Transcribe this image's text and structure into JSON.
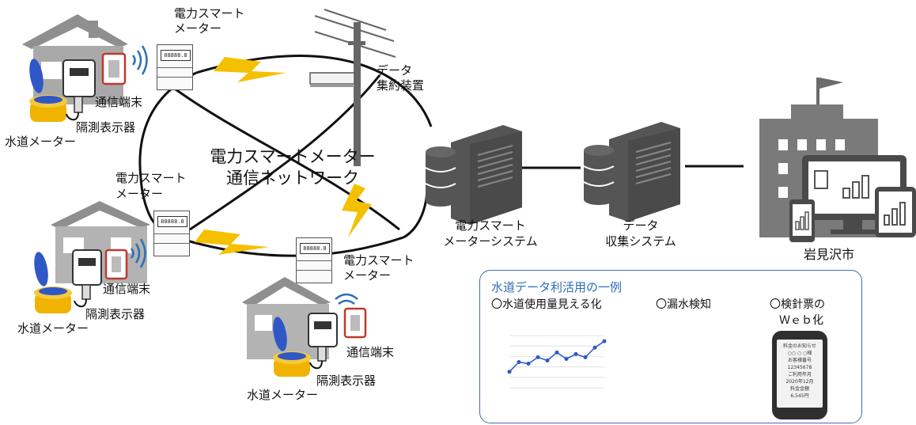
{
  "network": {
    "title_line1": "電力スマートメーター",
    "title_line2": "通信ネットワーク"
  },
  "labels": {
    "smart_meter_top": [
      "電力スマート",
      "メーター"
    ],
    "smart_meter_left": [
      "電力スマート",
      "メーター"
    ],
    "smart_meter_bottom": [
      "電力スマート",
      "メーター"
    ],
    "aggregator": [
      "データ",
      "集約装置"
    ],
    "house1": {
      "comm": "通信端末",
      "display": "隔測表示器",
      "water_meter": "水道メーター"
    },
    "house2": {
      "comm": "通信端末",
      "display": "隔測表示器",
      "water_meter": "水道メーター"
    },
    "house3": {
      "comm": "通信端末",
      "display": "隔測表示器",
      "water_meter": "水道メーター"
    },
    "meter_system": [
      "電力スマート",
      "メーターシステム"
    ],
    "collection_system": [
      "データ",
      "収集システム"
    ],
    "city": "岩見沢市",
    "meter_display": "88888.8"
  },
  "panel": {
    "title": "水道データ利活用の一例",
    "example1": "〇水道使用量見える化",
    "example2": "〇漏水検知",
    "example3_line1": "〇検針票の",
    "example3_line2": "Ｗｅｂ化"
  },
  "usage_chart": {
    "values": [
      20,
      32,
      30,
      38,
      34,
      44,
      36,
      42,
      38,
      50,
      58
    ]
  },
  "phone_screen": [
    "料金のお知らせ",
    "○○ ○ ○様",
    "お客様番号",
    "12345678",
    "ご利用年月",
    "2020年12月",
    "料金金額",
    "6,545円"
  ],
  "colors": {
    "accent_blue": "#2c6fb5",
    "lightning": "#f5c000",
    "building_gray": "#6b6b6b",
    "server_gray": "#555555"
  }
}
